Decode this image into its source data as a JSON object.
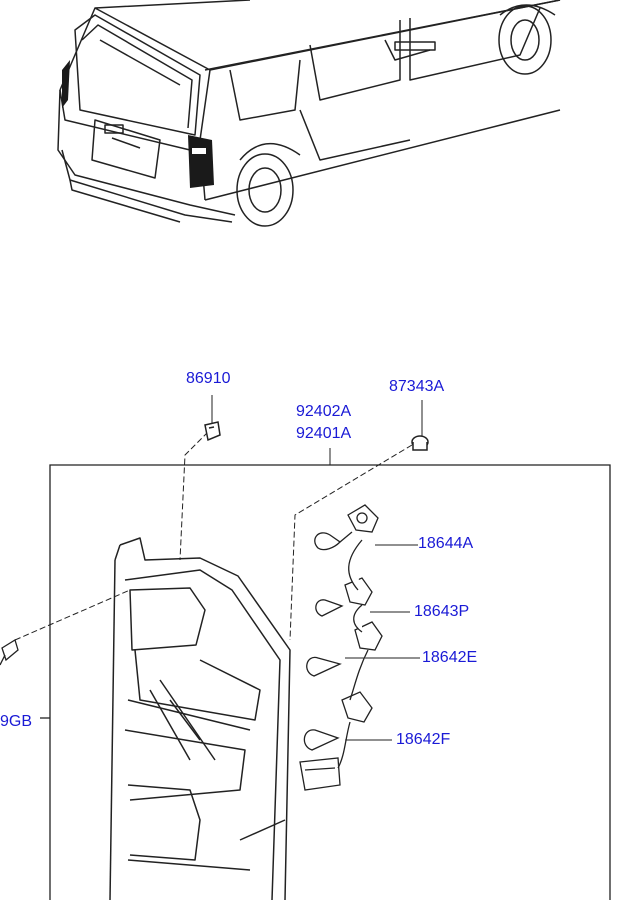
{
  "parts": {
    "p86910": "86910",
    "p87343A": "87343A",
    "p92402A": "92402A",
    "p92401A": "92401A",
    "p18644A": "18644A",
    "p18643P": "18643P",
    "p18642E": "18642E",
    "p18642F": "18642F",
    "p9GB": "9GB"
  },
  "colors": {
    "label": "#1a1ad6",
    "line": "#222222",
    "lamp": "#1a1a1a"
  }
}
